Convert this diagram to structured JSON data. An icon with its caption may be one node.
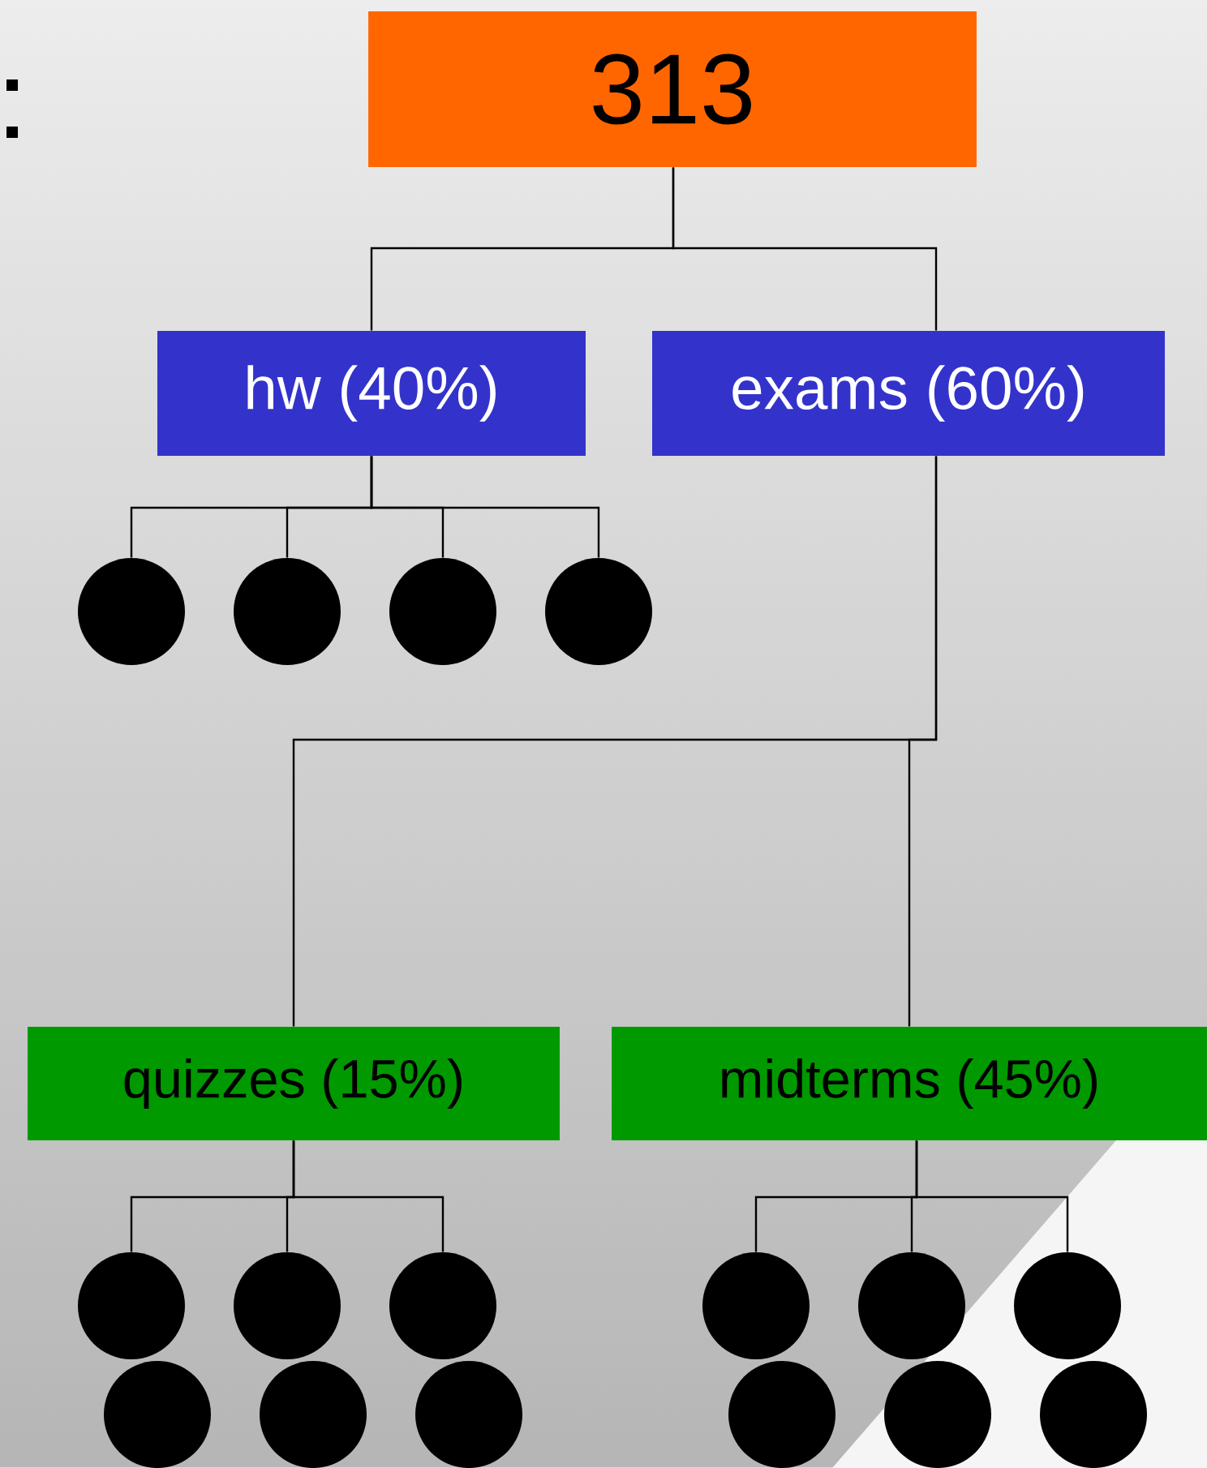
{
  "diagram": {
    "nodes": [
      {
        "text": [
          "313"
        ]
      },
      {
        "text": [
          "hw (40%)"
        ]
      },
      {
        "text": [
          "exams (60%)"
        ]
      },
      {
        "text": [],
        "shape": "circle"
      },
      {
        "text": [],
        "shape": "circle"
      },
      {
        "text": [],
        "shape": "circle"
      },
      {
        "text": [],
        "shape": "circle"
      },
      {
        "text": [
          "quizzes (15%)"
        ]
      },
      {
        "text": [
          "midterms (45%)"
        ]
      },
      {
        "text": [],
        "shape": "circle"
      },
      {
        "text": [],
        "shape": "circle"
      },
      {
        "text": [],
        "shape": "circle"
      },
      {
        "text": [],
        "shape": "circle"
      },
      {
        "text": [],
        "shape": "circle"
      },
      {
        "text": [],
        "shape": "circle"
      },
      {
        "text": [],
        "shape": "circle"
      },
      {
        "text": [],
        "shape": "circle"
      },
      {
        "text": [],
        "shape": "circle"
      },
      {
        "text": [],
        "shape": "circle"
      },
      {
        "text": [],
        "shape": "circle"
      },
      {
        "text": [],
        "shape": "circle"
      }
    ],
    "edges": [
      {
        "from": 0,
        "to": 1,
        "arrow": "none"
      },
      {
        "from": 0,
        "to": 2,
        "arrow": "none"
      },
      {
        "from": 1,
        "to": 3,
        "arrow": "none"
      },
      {
        "from": 1,
        "to": 4,
        "arrow": "none"
      },
      {
        "from": 1,
        "to": 5,
        "arrow": "none"
      },
      {
        "from": 1,
        "to": 6,
        "arrow": "none"
      },
      {
        "from": 2,
        "to": 7,
        "arrow": "none"
      },
      {
        "from": 2,
        "to": 8,
        "arrow": "none"
      },
      {
        "from": 7,
        "to": 9,
        "arrow": "none"
      },
      {
        "from": 7,
        "to": 10,
        "arrow": "none"
      },
      {
        "from": 7,
        "to": 11,
        "arrow": "none"
      },
      {
        "from": 8,
        "to": 15,
        "arrow": "none"
      },
      {
        "from": 8,
        "to": 16,
        "arrow": "none"
      },
      {
        "from": 8,
        "to": 17,
        "arrow": "none"
      }
    ]
  }
}
